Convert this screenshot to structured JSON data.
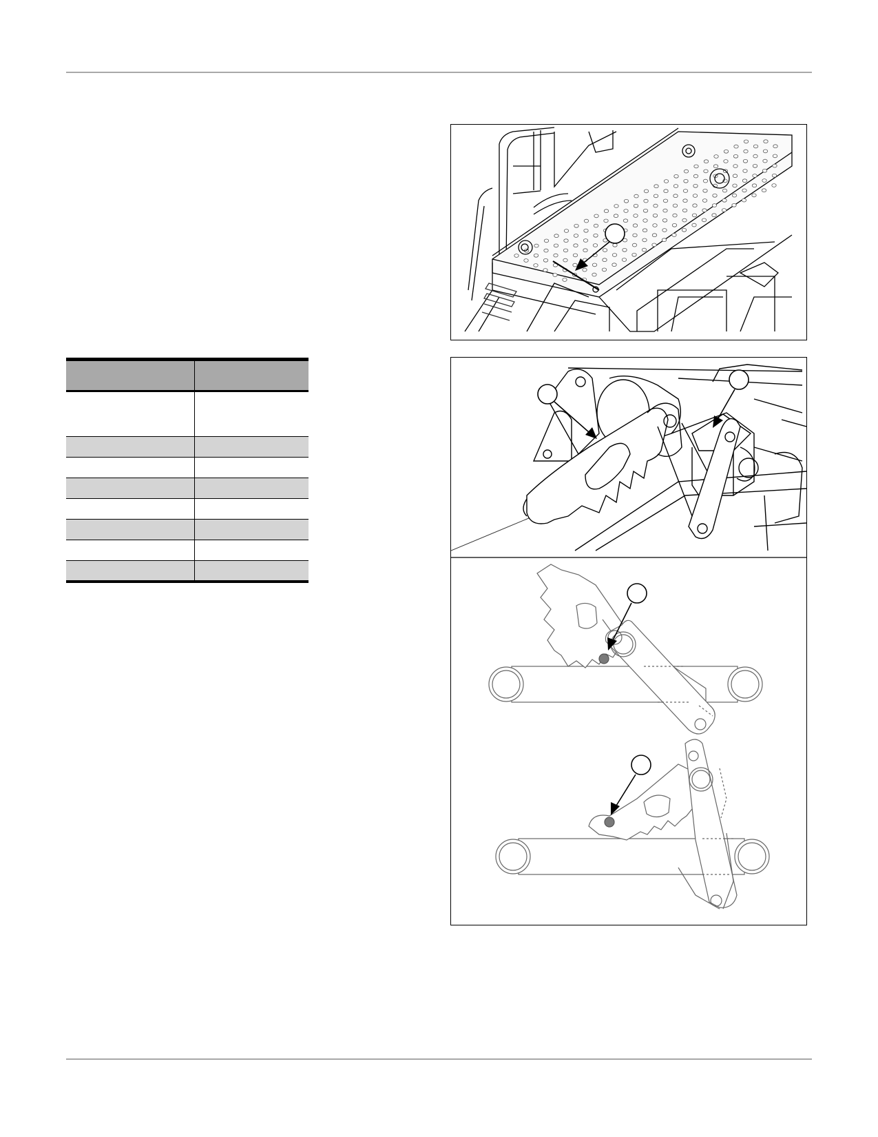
{
  "spec_table": {
    "headers": [
      "",
      ""
    ],
    "rows": [
      {
        "cells": [
          "",
          ""
        ],
        "shaded": false,
        "height": 66
      },
      {
        "cells": [
          "",
          ""
        ],
        "shaded": true,
        "height": 30
      },
      {
        "cells": [
          "",
          ""
        ],
        "shaded": false,
        "height": 30
      },
      {
        "cells": [
          "",
          ""
        ],
        "shaded": true,
        "height": 30
      },
      {
        "cells": [
          "",
          ""
        ],
        "shaded": false,
        "height": 30
      },
      {
        "cells": [
          "",
          ""
        ],
        "shaded": true,
        "height": 30
      },
      {
        "cells": [
          "",
          ""
        ],
        "shaded": false,
        "height": 30
      },
      {
        "cells": [
          "",
          ""
        ],
        "shaded": true,
        "height": 30
      }
    ]
  },
  "colors": {
    "rule": "#a8a8a8",
    "table_header": "#a9a9a9",
    "table_shaded_row": "#d4d4d4",
    "pin_marker": "#7a7a7a"
  },
  "figures": {
    "platform_view": {
      "callouts": [
        ""
      ]
    },
    "latch_closeup": {
      "callouts": [
        "",
        ""
      ]
    },
    "latch_positions": {
      "callouts": [
        "",
        ""
      ]
    }
  }
}
